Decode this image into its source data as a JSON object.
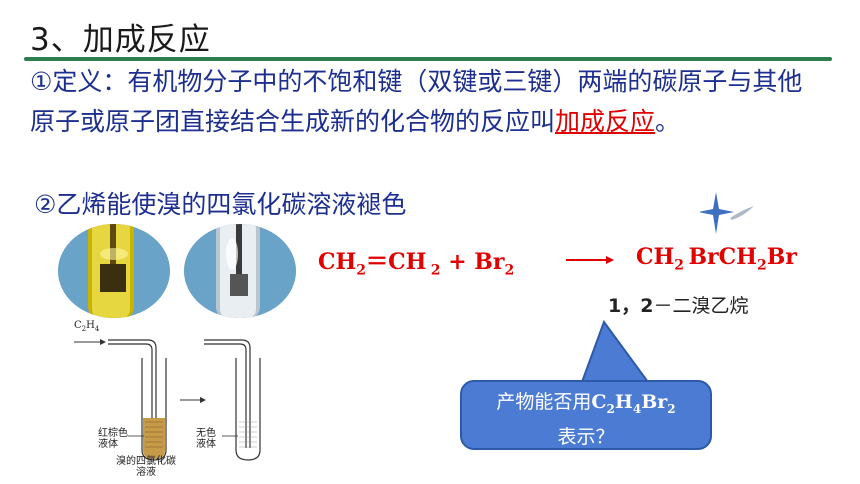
{
  "title": "3、加成反应",
  "definition": {
    "text": "①定义：有机物分子中的不饱和键（双键或三键）两端的碳原子与其他原子或原子团直接结合生成新的化合物的反应叫",
    "highlight": "加成反应",
    "end": "。"
  },
  "subpoint": "②乙烯能使溴的四氯化碳溶液褪色",
  "equation": {
    "reactant1": {
      "base": "CH",
      "sub": "2"
    },
    "bond": "＝",
    "reactant1b": {
      "base": "CH",
      "sub": "2"
    },
    "plus": "+",
    "reactant2": {
      "base": "Br",
      "sub": "2"
    },
    "product_parts": [
      {
        "base": "CH",
        "sub": "2"
      },
      {
        "base": "BrCH",
        "sub": "2"
      },
      {
        "base": "Br",
        "sub": ""
      }
    ]
  },
  "product_name": {
    "num": "1，2",
    "rest": "－二溴乙烷"
  },
  "question": {
    "line1_pre": "产物能否用",
    "formula": [
      "C",
      "2",
      "H",
      "4",
      "Br",
      "2"
    ],
    "line2": "表示？"
  },
  "diagram": {
    "gas_label": {
      "base": "C",
      "sub": "2",
      "base2": "H",
      "sub2": "4"
    },
    "left_label_1": "红棕色",
    "left_label_2": "液体",
    "right_label_1": "无色",
    "right_label_2": "液体",
    "bottom_label_1": "溴的四氯化碳",
    "bottom_label_2": "溶液"
  },
  "colors": {
    "accent_red": "#e00000",
    "text_blue": "#1c2f8f",
    "bubble": "#4b7bd3",
    "rule": "#2e7d4f"
  }
}
